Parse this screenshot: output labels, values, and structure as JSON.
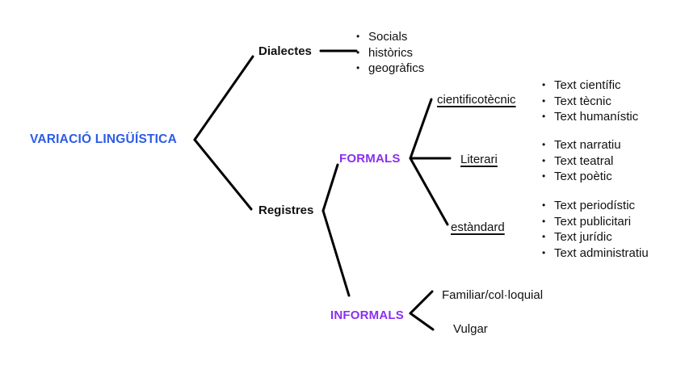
{
  "colors": {
    "root_label": "#2C5BE8",
    "register_label": "#8A2FF0",
    "line": "#000000",
    "text": "#111111",
    "background": "#ffffff"
  },
  "tree": {
    "root": "VARIACIÓ LINGÜÍSTICA",
    "dialectes": {
      "label": "Dialectes",
      "items": [
        "Socials",
        "històrics",
        "geogràfics"
      ]
    },
    "registres": {
      "label": "Registres",
      "formals": {
        "label": "FORMALS",
        "cientificotecnic": {
          "label": "cientificotècnic",
          "items": [
            "Text científic",
            "Text tècnic",
            "Text humanístic"
          ]
        },
        "literari": {
          "label": "Literari",
          "items": [
            "Text narratiu",
            "Text teatral",
            "Text poètic"
          ]
        },
        "estandard": {
          "label": "estàndard",
          "items": [
            "Text periodístic",
            "Text publicitari",
            "Text jurídic",
            "Text administratiu"
          ]
        }
      },
      "informals": {
        "label": "INFORMALS",
        "items": [
          "Familiar/col·loquial",
          "Vulgar"
        ]
      }
    }
  }
}
